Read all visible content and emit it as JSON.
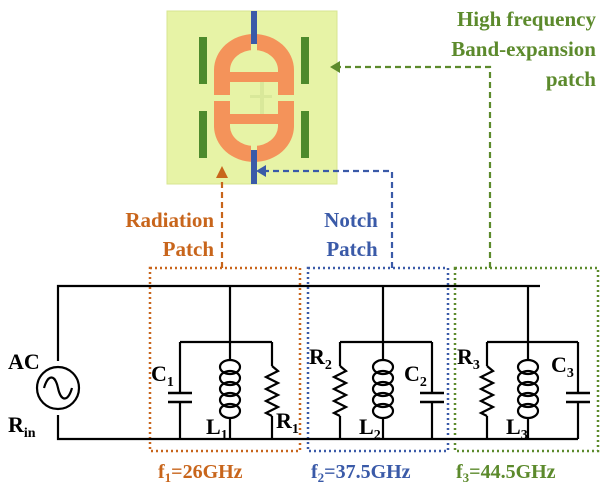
{
  "labels": {
    "high_freq_line1": "High frequency",
    "high_freq_line2": "Band-expansion",
    "high_freq_line3": "patch",
    "radiation_line1": "Radiation",
    "radiation_line2": "Patch",
    "notch_line1": "Notch",
    "notch_line2": "Patch",
    "source": "AC",
    "rin_main": "R",
    "rin_sub": "in"
  },
  "components": {
    "c1": {
      "main": "C",
      "sub": "1"
    },
    "l1": {
      "main": "L",
      "sub": "1"
    },
    "r1": {
      "main": "R",
      "sub": "1"
    },
    "r2": {
      "main": "R",
      "sub": "2"
    },
    "l2": {
      "main": "L",
      "sub": "2"
    },
    "c2": {
      "main": "C",
      "sub": "2"
    },
    "r3": {
      "main": "R",
      "sub": "3"
    },
    "l3": {
      "main": "L",
      "sub": "3"
    },
    "c3": {
      "main": "C",
      "sub": "3"
    }
  },
  "frequencies": {
    "f1": {
      "main": "f",
      "sub": "1",
      "value": "=26GHz"
    },
    "f2": {
      "main": "f",
      "sub": "2",
      "value": "=37.5GHz"
    },
    "f3": {
      "main": "f",
      "sub": "3",
      "value": "=44.5GHz"
    }
  },
  "colors": {
    "radiation": "#c8651b",
    "notch": "#3a5aa8",
    "band_expansion": "#5c8a2c",
    "patch_bg": "#e7f3a6",
    "patch_orange": "#f4935a"
  }
}
